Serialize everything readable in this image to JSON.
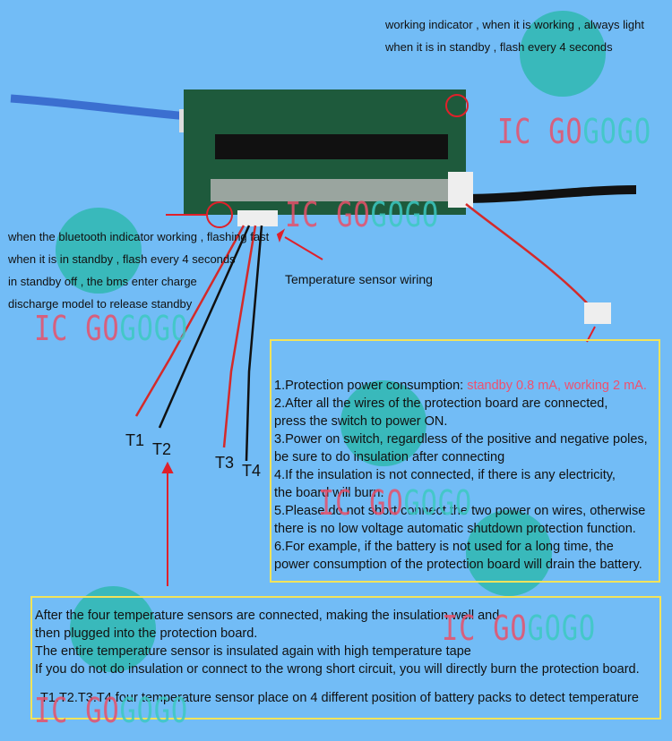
{
  "working_indicator": [
    "working indicator , when it is working , always light",
    "when it is in standby  , flash every 4 seconds"
  ],
  "bluetooth_notes": [
    "when the bluetooth indicator working , flashing fast",
    "when it is in standby , flash every 4 seconds",
    "in standby off , the bms enter charge",
    "discharge model to release standby"
  ],
  "temp_wiring_label": "Temperature sensor wiring",
  "sensor_labels": [
    "T1",
    "T2",
    "T3",
    "T4"
  ],
  "notes_box": {
    "item1_prefix": "1.Protection power consumption: ",
    "item1_highlight": "standby 0.8 mA, working 2 mA.",
    "lines": [
      "2.After all the wires of the protection board are connected,",
      "press the switch to power ON.",
      "3.Power on switch, regardless of the positive and negative poles,",
      "be sure to do insulation after connecting",
      "4.If the insulation is not connected, if there is any electricity,",
      "the board will burn.",
      "5.Please do not short connect the two power on wires, otherwise",
      " there is no low voltage automatic shutdown protection function.",
      "6.For example, if the battery is not used for a long time, the",
      "power consumption of the protection board will drain the battery."
    ]
  },
  "bottom_box": {
    "lines": [
      "After the four temperature sensors are connected, making the insulation well and",
      "then plugged into the protection board.",
      "The entire temperature sensor is insulated again with high temperature tape",
      "If you do not do insulation or connect to the wrong short circuit, you will directly burn the protection board."
    ],
    "footer": "T1.T2.T3.T4 four temperature sensor place on 4 different position of battery packs to detect temperature"
  },
  "watermark": {
    "red": "IC GO",
    "teal": "GOGO"
  },
  "colors": {
    "background": "#72bcf6",
    "highlight": "#f0506e",
    "box_border": "#f2e35a",
    "arrow": "#e0202a"
  }
}
